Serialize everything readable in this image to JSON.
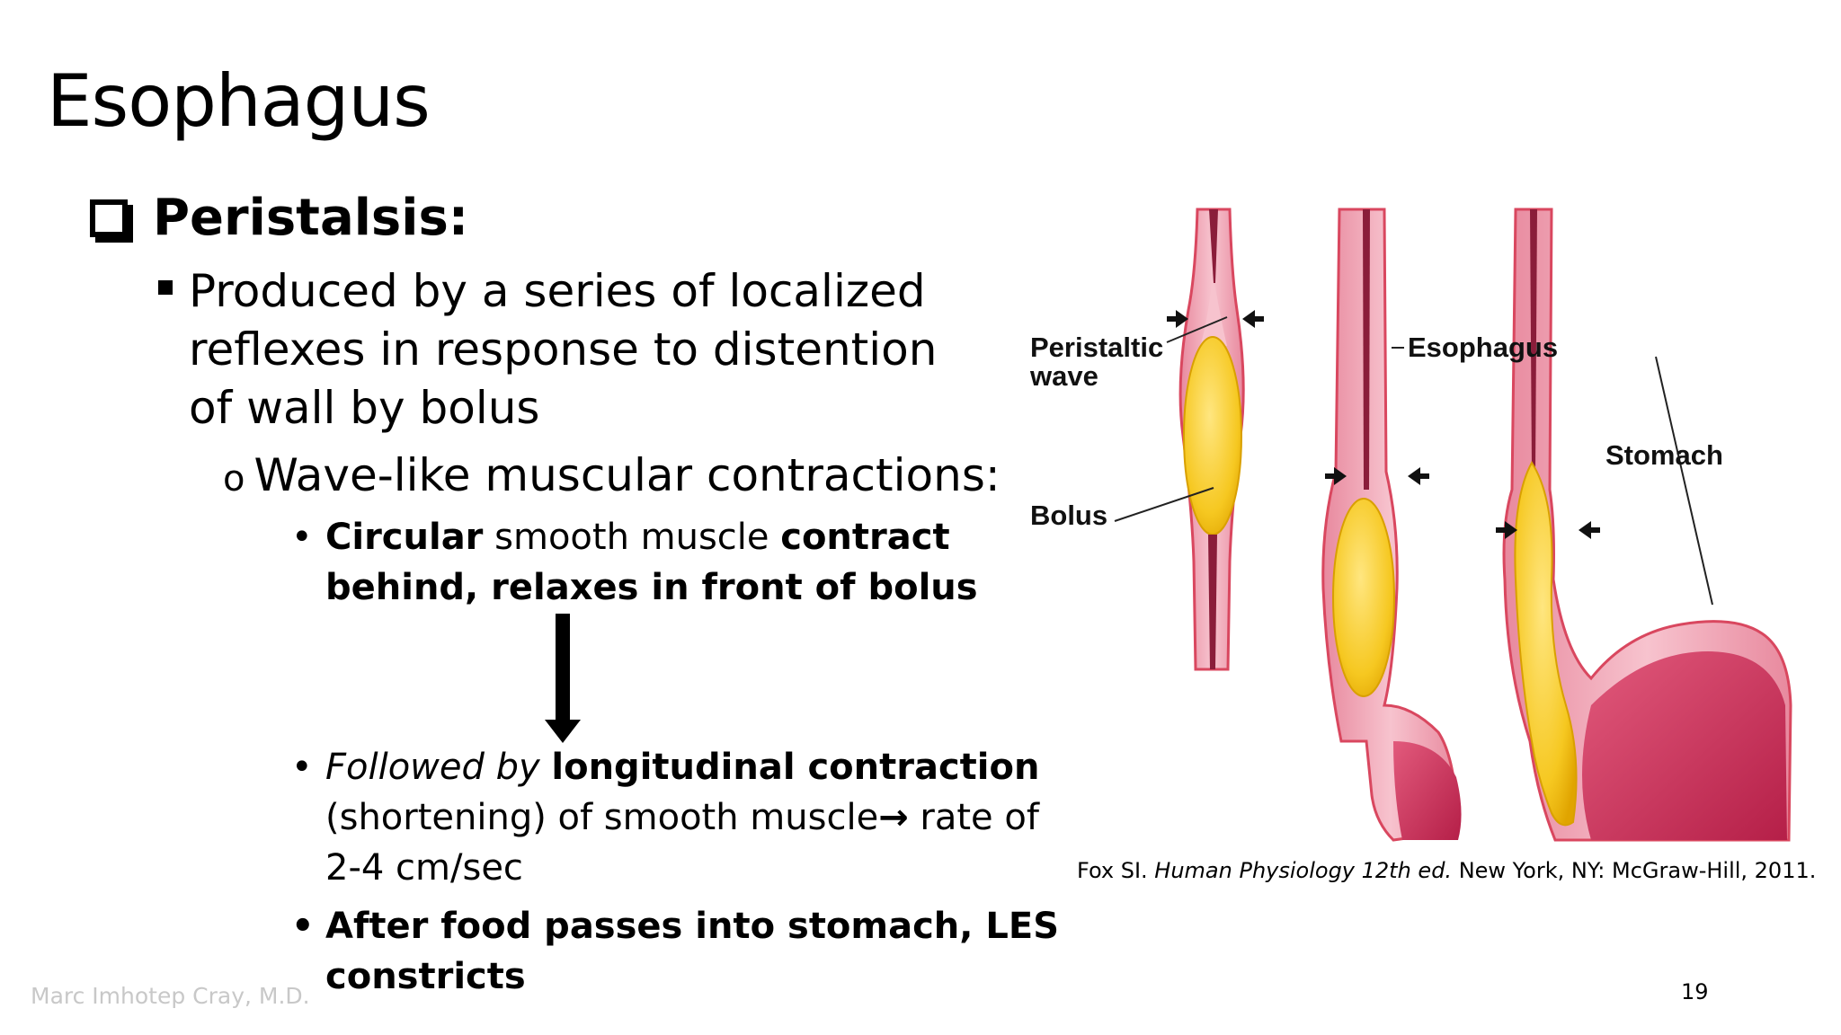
{
  "slide": {
    "title": "Esophagus",
    "heading": "Peristalsis:",
    "point": "Produced by a series of localized reflexes in response to distention of wall by bolus",
    "subpoint": "Wave-like muscular contractions:",
    "bullet1": {
      "a": "Circular",
      "b": " smooth muscle ",
      "c": "contract behind, relaxes in front of bolus"
    },
    "bullet2": {
      "a": "Followed by",
      "b": " ",
      "c": "longitudinal contraction",
      "d": " (shortening) of smooth muscle",
      "e": "→",
      "f": " rate of 2-4 cm/sec"
    },
    "bullet3": "After food passes into stomach, LES constricts",
    "bullet_glyph": "•",
    "subpoint_glyph": "o"
  },
  "figure": {
    "labels": {
      "peristaltic_wave_1": "Peristaltic",
      "peristaltic_wave_2": "wave",
      "esophagus": "Esophagus",
      "stomach": "Stomach",
      "bolus": "Bolus"
    }
  },
  "caption": {
    "prefix": "Fox SI. ",
    "book": "Human Physiology 12th ed.",
    "suffix": " New York, NY: McGraw-Hill, 2011."
  },
  "footer": {
    "author": "Marc Imhotep Cray, M.D.",
    "page": "19"
  },
  "colors": {
    "wall": "#f4a8b8",
    "wall_dark": "#d9475f",
    "lumen": "#8a1d3a",
    "bolus": "#f6c821",
    "stomach": "#c8315a"
  }
}
